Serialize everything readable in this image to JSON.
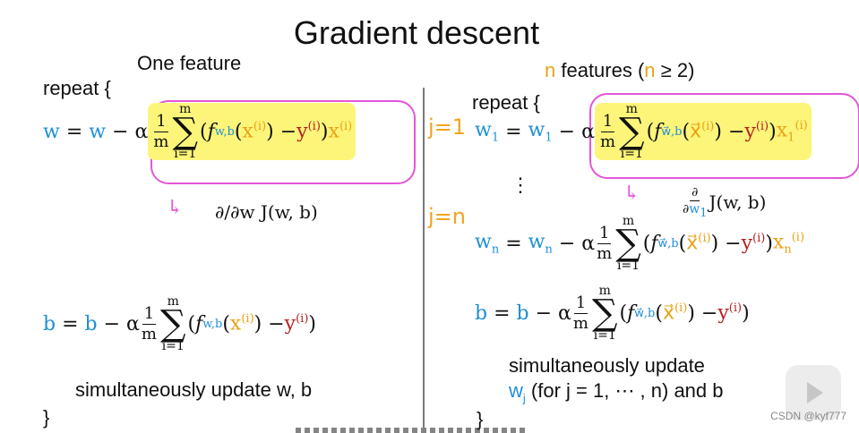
{
  "title": "Gradient descent",
  "left": {
    "heading": "One feature",
    "repeat": "repeat {",
    "close": "}",
    "simul": "simultaneously update w, b",
    "deriv": "∂/∂w J(w, b)"
  },
  "right": {
    "heading_n": "n",
    "heading_text": " features (",
    "heading_cond": "n",
    "heading_cond2": " ≥ 2)",
    "repeat": "repeat {",
    "dots": "⋮",
    "simul": "simultaneously update",
    "simul2": "(for j = 1, ⋯ , n) and b",
    "close": "}",
    "deriv": "J(w, b)"
  },
  "annotations": {
    "j1": "j=1",
    "jn": "j=n"
  },
  "watermark": "CSDN @kyf777"
}
